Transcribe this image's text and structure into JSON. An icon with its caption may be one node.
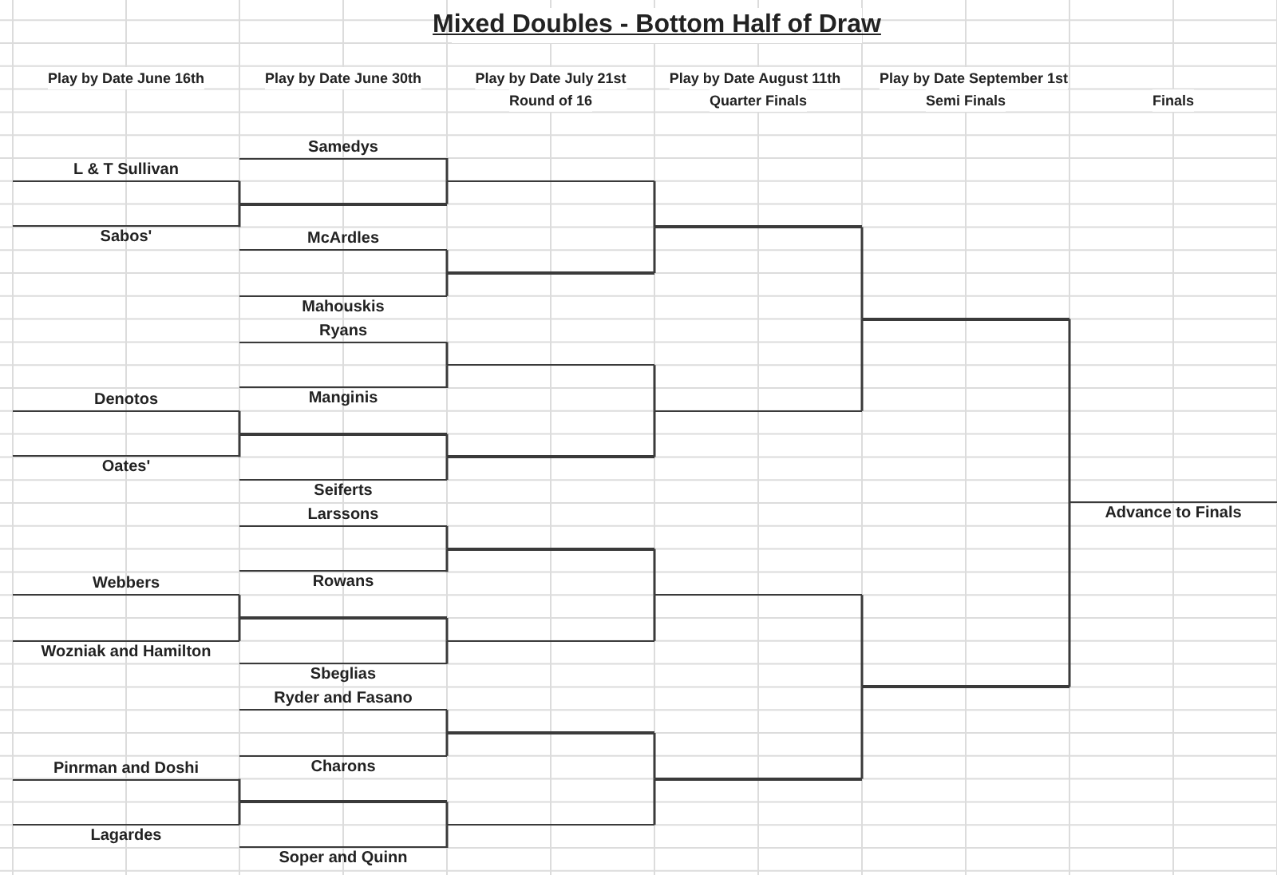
{
  "diagram": {
    "title": "Mixed Doubles - Bottom Half of Draw",
    "nodes": [
      {
        "text": [
          "L & T Sullivan"
        ]
      },
      {
        "text": [
          "Sabos'"
        ]
      },
      {
        "text": [
          "Denotos"
        ]
      },
      {
        "text": [
          "Oates'"
        ]
      },
      {
        "text": [
          "Webbers"
        ]
      },
      {
        "text": [
          "Wozniak and Hamilton"
        ]
      },
      {
        "text": [
          "Pinrman and Doshi"
        ]
      },
      {
        "text": [
          "Lagardes"
        ]
      },
      {
        "text": [
          "Samedys"
        ]
      },
      {
        "text": [],
        "shape": "line"
      },
      {
        "text": [
          "McArdles"
        ]
      },
      {
        "text": [
          "Mahouskis"
        ]
      },
      {
        "text": [
          "Ryans"
        ]
      },
      {
        "text": [
          "Manginis"
        ]
      },
      {
        "text": [],
        "shape": "line"
      },
      {
        "text": [
          "Seiferts"
        ]
      },
      {
        "text": [
          "Larssons"
        ]
      },
      {
        "text": [
          "Rowans"
        ]
      },
      {
        "text": [],
        "shape": "line"
      },
      {
        "text": [
          "Sbeglias"
        ]
      },
      {
        "text": [
          "Ryder and Fasano"
        ]
      },
      {
        "text": [
          "Charons"
        ]
      },
      {
        "text": [],
        "shape": "line"
      },
      {
        "text": [
          "Soper and Quinn"
        ]
      },
      {
        "text": [],
        "shape": "line"
      },
      {
        "text": [],
        "shape": "line"
      },
      {
        "text": [],
        "shape": "line"
      },
      {
        "text": [],
        "shape": "line"
      },
      {
        "text": [],
        "shape": "line"
      },
      {
        "text": [],
        "shape": "line"
      },
      {
        "text": [],
        "shape": "line"
      },
      {
        "text": [],
        "shape": "line"
      },
      {
        "text": [],
        "shape": "line"
      },
      {
        "text": [],
        "shape": "line"
      },
      {
        "text": [],
        "shape": "line"
      },
      {
        "text": [],
        "shape": "line"
      },
      {
        "text": [],
        "shape": "line"
      },
      {
        "text": [],
        "shape": "line"
      },
      {
        "text": [
          "Advance to Finals"
        ]
      }
    ],
    "edges": [
      {
        "from": 0,
        "to": 9,
        "arrow": "none"
      },
      {
        "from": 1,
        "to": 9,
        "arrow": "none"
      },
      {
        "from": 2,
        "to": 14,
        "arrow": "none"
      },
      {
        "from": 3,
        "to": 14,
        "arrow": "none"
      },
      {
        "from": 4,
        "to": 18,
        "arrow": "none"
      },
      {
        "from": 5,
        "to": 18,
        "arrow": "none"
      },
      {
        "from": 6,
        "to": 22,
        "arrow": "none"
      },
      {
        "from": 7,
        "to": 22,
        "arrow": "none"
      },
      {
        "from": 8,
        "to": 24,
        "arrow": "none"
      },
      {
        "from": 9,
        "to": 24,
        "arrow": "none"
      },
      {
        "from": 10,
        "to": 25,
        "arrow": "none"
      },
      {
        "from": 11,
        "to": 25,
        "arrow": "none"
      },
      {
        "from": 12,
        "to": 26,
        "arrow": "none"
      },
      {
        "from": 13,
        "to": 26,
        "arrow": "none"
      },
      {
        "from": 14,
        "to": 27,
        "arrow": "none"
      },
      {
        "from": 15,
        "to": 27,
        "arrow": "none"
      },
      {
        "from": 16,
        "to": 28,
        "arrow": "none"
      },
      {
        "from": 17,
        "to": 28,
        "arrow": "none"
      },
      {
        "from": 18,
        "to": 29,
        "arrow": "none"
      },
      {
        "from": 19,
        "to": 29,
        "arrow": "none"
      },
      {
        "from": 20,
        "to": 30,
        "arrow": "none"
      },
      {
        "from": 21,
        "to": 30,
        "arrow": "none"
      },
      {
        "from": 22,
        "to": 31,
        "arrow": "none"
      },
      {
        "from": 23,
        "to": 31,
        "arrow": "none"
      },
      {
        "from": 24,
        "to": 32,
        "arrow": "none"
      },
      {
        "from": 25,
        "to": 32,
        "arrow": "none"
      },
      {
        "from": 26,
        "to": 33,
        "arrow": "none"
      },
      {
        "from": 27,
        "to": 33,
        "arrow": "none"
      },
      {
        "from": 28,
        "to": 34,
        "arrow": "none"
      },
      {
        "from": 29,
        "to": 34,
        "arrow": "none"
      },
      {
        "from": 30,
        "to": 35,
        "arrow": "none"
      },
      {
        "from": 31,
        "to": 35,
        "arrow": "none"
      },
      {
        "from": 32,
        "to": 36,
        "arrow": "none"
      },
      {
        "from": 33,
        "to": 36,
        "arrow": "none"
      },
      {
        "from": 34,
        "to": 37,
        "arrow": "none"
      },
      {
        "from": 35,
        "to": 37,
        "arrow": "none"
      },
      {
        "from": 36,
        "to": 38,
        "arrow": "none"
      },
      {
        "from": 37,
        "to": 38,
        "arrow": "none"
      }
    ],
    "labels": [
      "Play by Date June 16th",
      "Play by Date June 30th",
      "Play by Date July 21st",
      "Play by Date August 11th",
      "Play by Date September 1st",
      "Round of 16",
      "Quarter Finals",
      "Semi Finals",
      "Finals"
    ]
  }
}
